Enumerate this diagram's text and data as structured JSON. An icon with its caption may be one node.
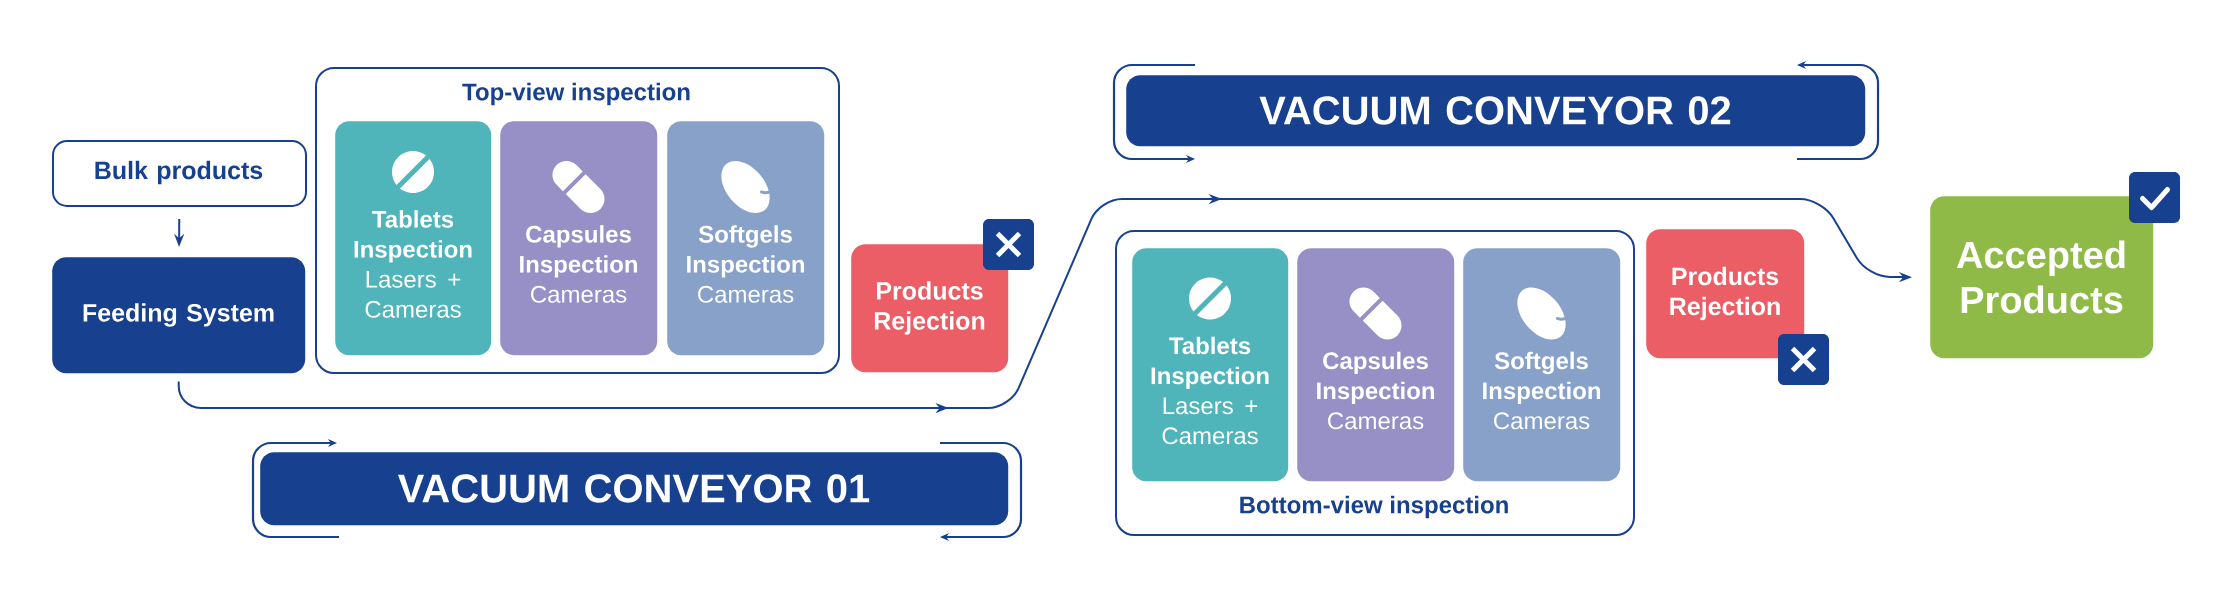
{
  "diagram": {
    "nodes": [
      {
        "text": [
          "Bulk products"
        ]
      },
      {
        "text": [
          "Feeding System"
        ]
      },
      {
        "text": [
          "Top-view inspection"
        ]
      },
      {
        "text": [
          "Tablets Inspection",
          "Lasers + Cameras"
        ],
        "in": 2
      },
      {
        "text": [
          "Capsules Inspection",
          "Cameras"
        ],
        "in": 2
      },
      {
        "text": [
          "Softgels Inspection",
          "Cameras"
        ],
        "in": 2
      },
      {
        "text": [
          "Products Rejection"
        ]
      },
      {
        "text": [
          "VACUUM CONVEYOR 01"
        ]
      },
      {
        "text": [
          "VACUUM CONVEYOR 02"
        ]
      },
      {
        "text": [
          "Bottom-view inspection"
        ]
      },
      {
        "text": [
          "Tablets Inspection",
          "Lasers + Cameras"
        ],
        "in": 9
      },
      {
        "text": [
          "Capsules Inspection",
          "Cameras"
        ],
        "in": 9
      },
      {
        "text": [
          "Softgels Inspection",
          "Cameras"
        ],
        "in": 9
      },
      {
        "text": [
          "Products Rejection"
        ]
      },
      {
        "text": [
          "Accepted Products"
        ]
      }
    ],
    "edges": [
      {
        "from": 0,
        "to": 1,
        "arrow": "to"
      },
      {
        "from": 1,
        "to": 14,
        "arrow": "to"
      }
    ]
  }
}
